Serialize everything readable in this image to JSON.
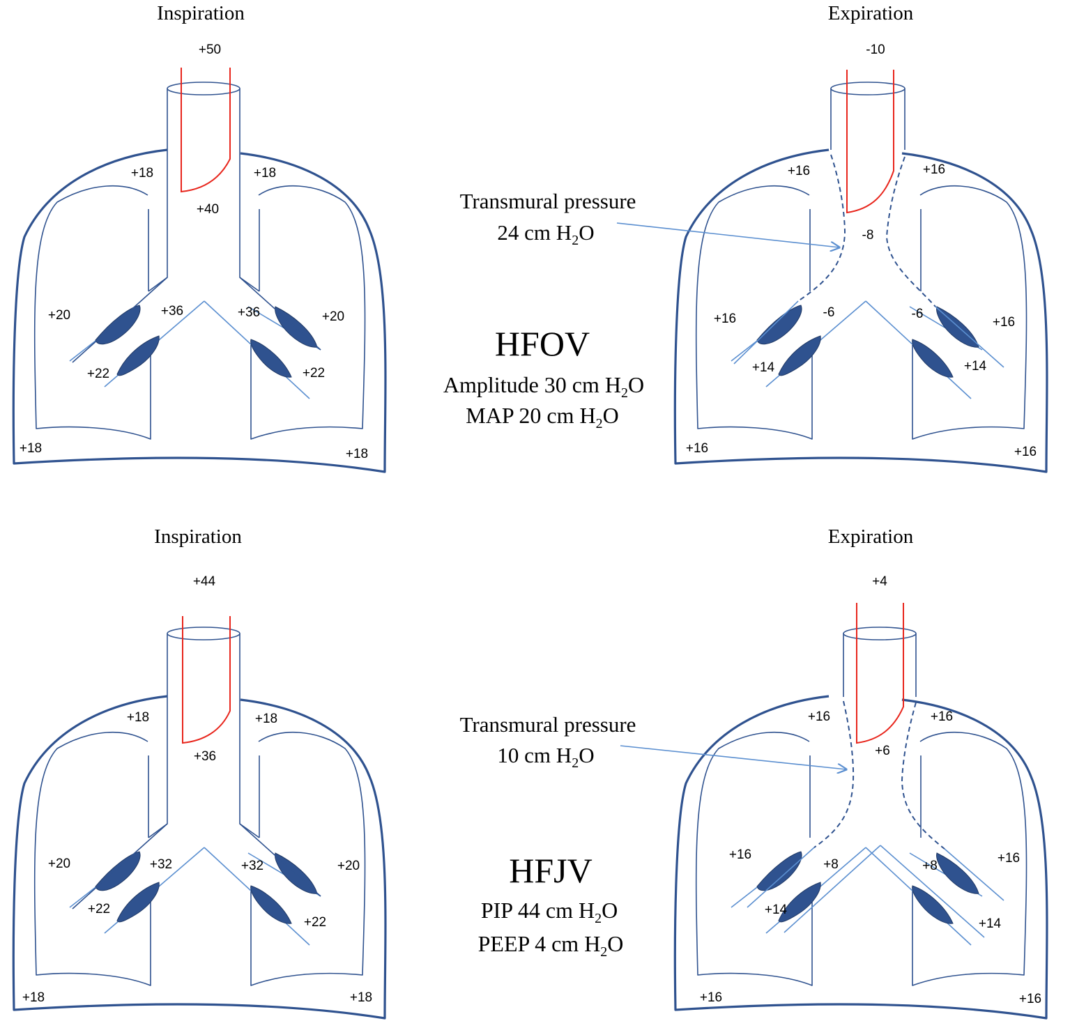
{
  "panels": {
    "hfov_insp": {
      "title": "Inspiration",
      "top": "+50",
      "trachea": "+40",
      "pl_left": "+18",
      "pl_right": "+18",
      "lung_left": "+20",
      "lung_right": "+20",
      "bronchus_left": "+36",
      "bronchus_right": "+36",
      "lower_left": "+22",
      "lower_right": "+22",
      "corner_left": "+18",
      "corner_right": "+18"
    },
    "hfov_exp": {
      "title": "Expiration",
      "top": "-10",
      "trachea": "-8",
      "pl_left": "+16",
      "pl_right": "+16",
      "lung_left": "+16",
      "lung_right": "+16",
      "bronchus_left": "-6",
      "bronchus_right": "-6",
      "lower_left": "+14",
      "lower_right": "+14",
      "corner_left": "+16",
      "corner_right": "+16"
    },
    "hfjv_insp": {
      "title": "Inspiration",
      "top": "+44",
      "trachea": "+36",
      "pl_left": "+18",
      "pl_right": "+18",
      "lung_left": "+20",
      "lung_right": "+20",
      "bronchus_left": "+32",
      "bronchus_right": "+32",
      "lower_left": "+22",
      "lower_right": "+22",
      "corner_left": "+18",
      "corner_right": "+18"
    },
    "hfjv_exp": {
      "title": "Expiration",
      "top": "+4",
      "trachea": "+6",
      "pl_left": "+16",
      "pl_right": "+16",
      "lung_left": "+16",
      "lung_right": "+16",
      "bronchus_left": "+8",
      "bronchus_right": "+8",
      "lower_left": "+14",
      "lower_right": "+14",
      "corner_left": "+16",
      "corner_right": "+16"
    }
  },
  "hfov": {
    "transmural_label": "Transmural pressure",
    "transmural_value": "24 cm H",
    "mode": "HFOV",
    "setting1": "Amplitude  30 cm H",
    "setting2": "MAP 20 cm H"
  },
  "hfjv": {
    "transmural_label": "Transmural pressure",
    "transmural_value": "10 cm H",
    "mode": "HFJV",
    "setting1": "PIP 44 cm H",
    "setting2": "PEEP 4 cm H"
  },
  "units": {
    "subscript": "2",
    "suffix": "O"
  },
  "colors": {
    "outline": "#2f528f",
    "airway": "#5b8fd0",
    "tube": "#e8251c"
  }
}
